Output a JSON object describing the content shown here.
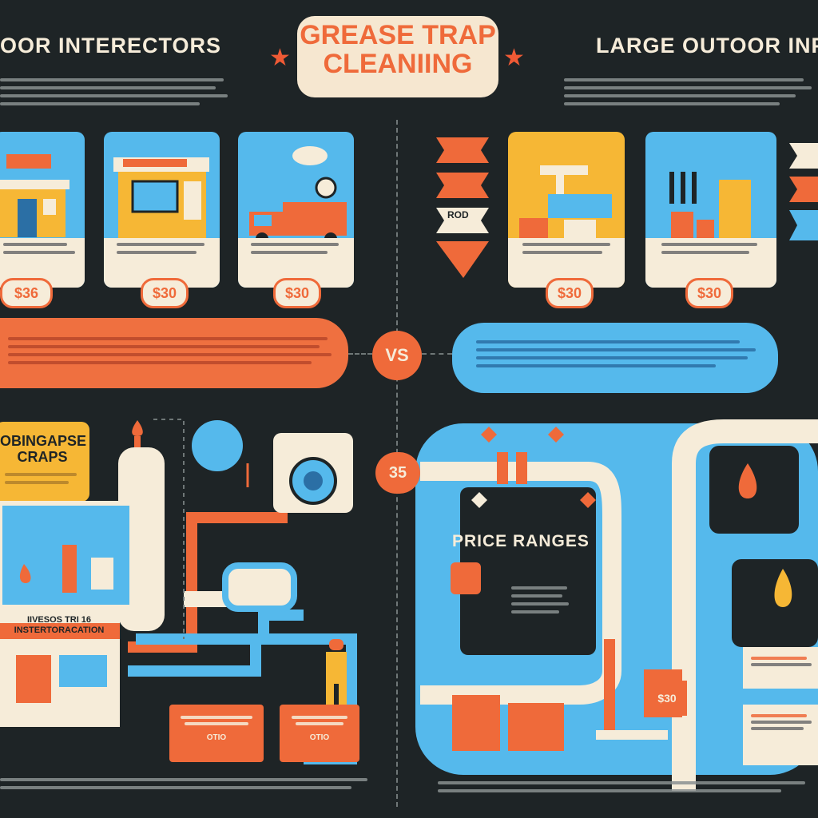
{
  "header": {
    "left_title": "OOR INTERECTORS",
    "center_title_line1": "GREASE TRAP",
    "center_title_line2": "CLEANIING",
    "right_title": "LARGE OUTOOR INPE"
  },
  "cards_left": [
    {
      "price": "$36"
    },
    {
      "price": "$30"
    },
    {
      "price": "$30"
    }
  ],
  "cards_right": [
    {
      "price": "$30"
    },
    {
      "price": "$30"
    }
  ],
  "arrow_tags": {
    "rod_label": "ROD"
  },
  "middle": {
    "vs_label": "VS"
  },
  "lower_left": {
    "label": "OBINGAPSE CRAPS",
    "building_sign": "IIVESOS TRI 16 INSTERTORACATION",
    "tag1_value": "OTIO",
    "tag2_value": "OTIO"
  },
  "lower_right": {
    "badge_value": "35",
    "price_ranges_label": "PRICE RANGES",
    "meter_value": "$30"
  },
  "colors": {
    "background": "#1e2426",
    "orange": "#ef6a3a",
    "blue": "#55b9ec",
    "cream": "#f6ecd9",
    "yellow": "#f6b735"
  }
}
